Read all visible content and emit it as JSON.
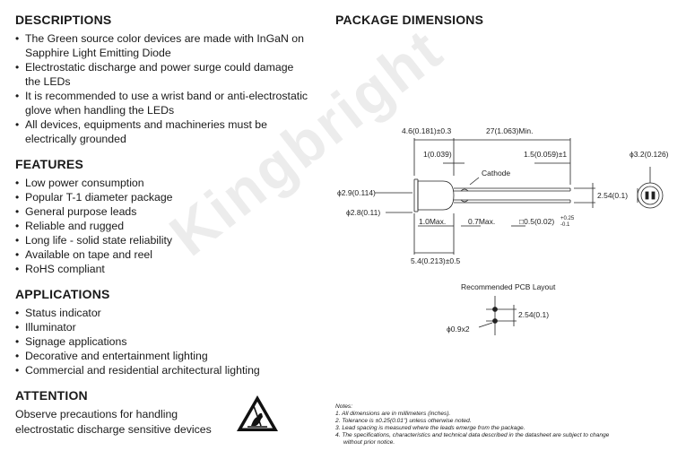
{
  "watermark": "Kingbright",
  "descriptions": {
    "heading": "DESCRIPTIONS",
    "items": [
      "The Green source color devices are made with InGaN on Sapphire Light Emitting Diode",
      "Electrostatic discharge and power surge could damage the LEDs",
      "It is recommended to use a wrist band or anti-electrostatic glove when handling the LEDs",
      "All devices, equipments and machineries must be electrically grounded"
    ]
  },
  "features": {
    "heading": "FEATURES",
    "items": [
      "Low power consumption",
      "Popular T-1 diameter package",
      "General purpose leads",
      "Reliable and rugged",
      "Long life - solid state reliability",
      "Available on tape and reel",
      "RoHS compliant"
    ]
  },
  "applications": {
    "heading": "APPLICATIONS",
    "items": [
      "Status indicator",
      "Illuminator",
      "Signage applications",
      "Decorative and entertainment lighting",
      "Commercial and residential architectural lighting"
    ]
  },
  "attention": {
    "heading": "ATTENTION",
    "text": "Observe precautions for handling electrostatic discharge sensitive devices",
    "icon": "esd-warning-icon"
  },
  "package": {
    "heading": "PACKAGE DIMENSIONS",
    "dims": {
      "body_length": "4.6(0.181)±0.3",
      "lead_length": "27(1.063)Min.",
      "flange": "1(0.039)",
      "lead_pitch_top": "1.5(0.059)±1",
      "outer_diameter": "3.2(0.126)",
      "dia_1": "2.9(0.114)",
      "dia_2": "2.8(0.11)",
      "cathode": "Cathode",
      "spacing": "2.54(0.1)",
      "max_1": "1.0Max.",
      "max_2": "0.7Max.",
      "lead_square": "0.5(0.02)",
      "lead_tol_plus": "+0.25",
      "lead_tol_minus": "-0.1",
      "overall": "5.4(0.213)±0.5"
    },
    "pcb": {
      "title": "Recommended PCB Layout",
      "spacing": "2.54(0.1)",
      "hole": "0.9x2"
    }
  },
  "notes": {
    "title": "Notes:",
    "items": [
      "1. All dimensions are in millimeters (inches).",
      "2. Tolerance is ±0.25(0.01\") unless otherwise noted.",
      "3. Lead spacing is measured where the leads emerge from the package.",
      "4. The specifications, characteristics and technical data described in the datasheet are subject to change",
      "without prior notice."
    ]
  }
}
